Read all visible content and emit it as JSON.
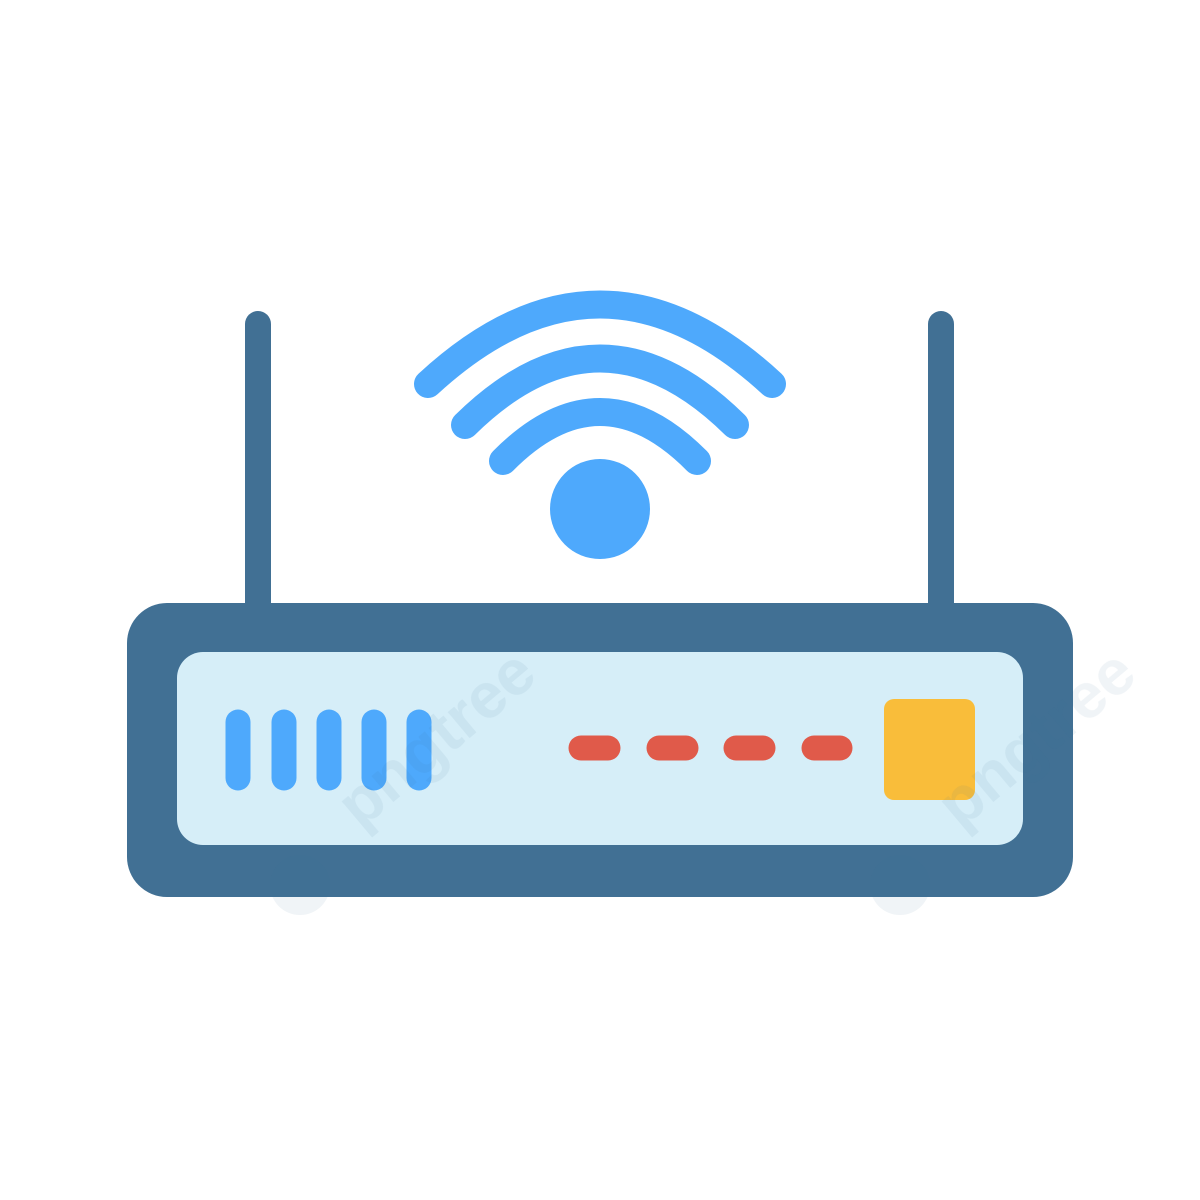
{
  "illustration": {
    "subject": "wifi-router",
    "colors": {
      "background": "#ffffff",
      "router_body": "#417094",
      "front_panel": "#d6eef8",
      "wifi_signal": "#4ea9fc",
      "port_bars": "#4ea9fc",
      "status_dashes": "#e05a4a",
      "indicator_square": "#f9bd3a",
      "antenna": "#417094"
    },
    "icons": {
      "wifi": "wifi-signal-icon",
      "router": "router-icon"
    },
    "port_bar_count": 5,
    "status_dash_count": 4
  },
  "watermark": {
    "brand": "pngtree"
  }
}
